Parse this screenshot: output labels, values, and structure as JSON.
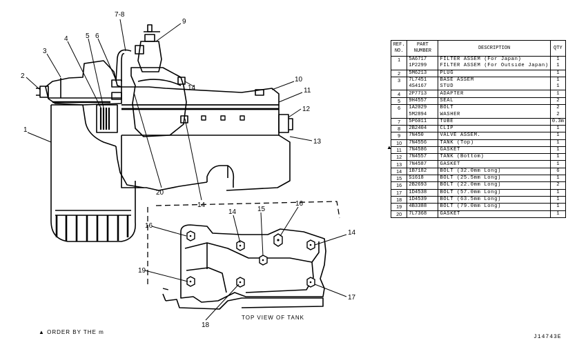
{
  "callouts": {
    "c1": "1",
    "c2": "2",
    "c3": "3",
    "c4": "4",
    "c5": "5",
    "c6": "6",
    "c78": "7-8",
    "c9": "9",
    "c10": "10",
    "c11": "11",
    "c12": "12",
    "c13": "13",
    "c14a": "14",
    "c14b": "14",
    "c14c": "14",
    "c14d": "14",
    "c15": "15",
    "c16a": "16",
    "c16b": "16",
    "c17": "17",
    "c18": "18",
    "c19": "19",
    "c20": "20"
  },
  "top_view_label": "TOP VIEW OF TANK",
  "order_note": "ORDER BY THE m",
  "marker_symbol": "▲",
  "drawing_number": "J14743E",
  "table": {
    "headers": {
      "ref": "REF. NO.",
      "part": "PART NUMBER",
      "desc": "DESCRIPTION",
      "qty": "QTY"
    },
    "rows": [
      {
        "ref": "1",
        "part": "5A6717",
        "desc": "FILTER ASSEM (For Japan)",
        "qty": "1"
      },
      {
        "ref": "",
        "part": "1P2299",
        "desc": "FILTER ASSEM (For Outside Japan)",
        "qty": "1"
      },
      {
        "ref": "2",
        "part": "5M6213",
        "desc": "PLUG",
        "qty": "1"
      },
      {
        "ref": "3",
        "part": "7L7451",
        "desc": "BASE ASSEM",
        "qty": "1"
      },
      {
        "ref": "",
        "part": "4S4167",
        "desc": "STUD",
        "qty": "1"
      },
      {
        "ref": "4",
        "part": "2P7713",
        "desc": "ADAPTER",
        "qty": "1"
      },
      {
        "ref": "5",
        "part": "9H4557",
        "desc": "SEAL",
        "qty": "2"
      },
      {
        "ref": "6",
        "part": "1A2029",
        "desc": "BOLT",
        "qty": "2"
      },
      {
        "ref": "",
        "part": "5M2894",
        "desc": "WASHER",
        "qty": "2"
      },
      {
        "ref": "7",
        "part": "5P6011",
        "desc": "TUBE",
        "qty": "0.3m"
      },
      {
        "ref": "8",
        "part": "2B2404",
        "desc": "CLIP",
        "qty": "1"
      },
      {
        "ref": "9",
        "part": "7N450",
        "desc": "VALVE ASSEM.",
        "qty": "1"
      },
      {
        "ref": "10",
        "part": "7N4556",
        "desc": "TANK (Top)",
        "qty": "1"
      },
      {
        "ref": "11",
        "part": "7N4586",
        "desc": "GASKET",
        "qty": "1"
      },
      {
        "ref": "12",
        "part": "7N4557",
        "desc": "TANK (Bottom)",
        "qty": "1"
      },
      {
        "ref": "13",
        "part": "7N4587",
        "desc": "GASKET",
        "qty": "1"
      },
      {
        "ref": "14",
        "part": "1B7182",
        "desc": "BOLT (32.0mm Long)",
        "qty": "6"
      },
      {
        "ref": "15",
        "part": "S1618",
        "desc": "BOLT (25.5mm Long)",
        "qty": "1"
      },
      {
        "ref": "16",
        "part": "2B2693",
        "desc": "BOLT (22.0mm Long)",
        "qty": "2"
      },
      {
        "ref": "17",
        "part": "1D4538",
        "desc": "BOLT (57.0mm Long)",
        "qty": "1"
      },
      {
        "ref": "18",
        "part": "1D4539",
        "desc": "BOLT (63.5mm Long)",
        "qty": "1"
      },
      {
        "ref": "19",
        "part": "4B3388",
        "desc": "BOLT (79.0mm Long)",
        "qty": "1"
      },
      {
        "ref": "20",
        "part": "7L7368",
        "desc": "GASKET",
        "qty": "1"
      }
    ]
  }
}
